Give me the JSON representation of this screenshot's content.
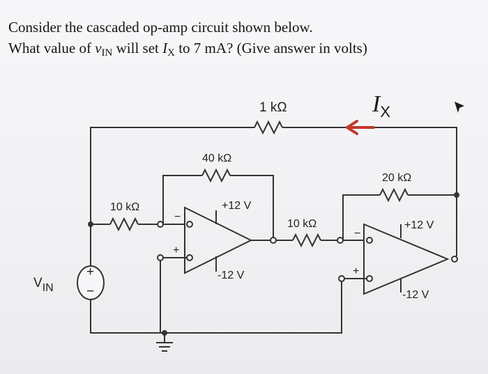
{
  "question": {
    "line1": "Consider the cascaded op-amp circuit shown below.",
    "line2_a": "What value of ",
    "vin_main": "v",
    "vin_sub": "IN",
    "line2_b": " will set ",
    "ix_main": "I",
    "ix_sub": "X",
    "line2_c": " to 7 mA? (Give answer in volts)"
  },
  "circuit": {
    "r_feedback_top": "1 kΩ",
    "r_f1": "40 kΩ",
    "r_in1": "10 kΩ",
    "r_in2": "10 kΩ",
    "r_f2": "20 kΩ",
    "opamp1_vpos": "+12 V",
    "opamp1_vneg": "-12 V",
    "opamp2_vpos": "+12 V",
    "opamp2_vneg": "-12 V",
    "source_label_main": "V",
    "source_label_sub": "IN",
    "source_plus": "+",
    "source_minus": "−",
    "current_label_main": "I",
    "current_label_sub": "X",
    "in_minus": "−",
    "in_plus": "+",
    "arrow_color": "#c0392b"
  }
}
